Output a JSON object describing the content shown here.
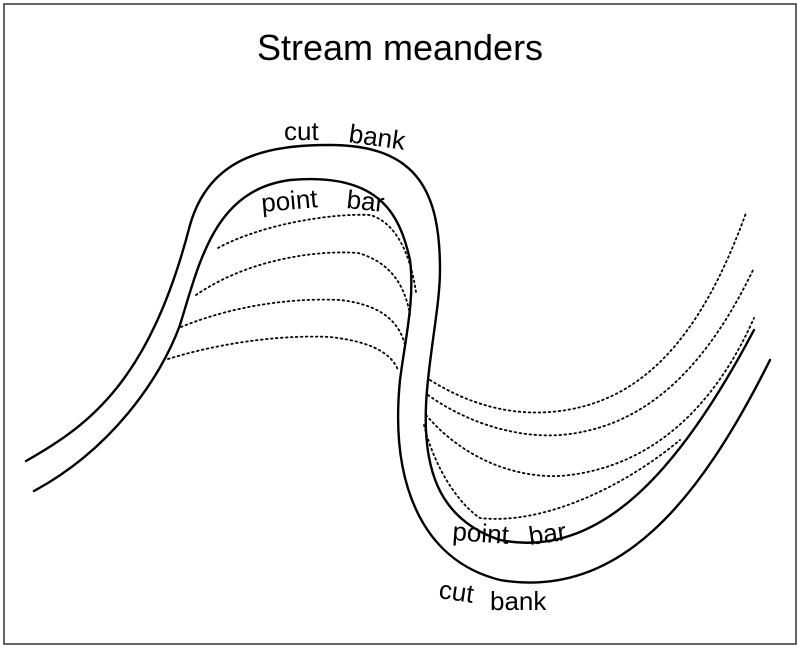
{
  "title": "Stream meanders",
  "labels": {
    "upper_cut_1": "cut",
    "upper_cut_2": "bank",
    "upper_point_1": "point",
    "upper_point_2": "bar",
    "lower_point_1": "point",
    "lower_point_2": "bar",
    "lower_cut_1": "cut",
    "lower_cut_2": "bank"
  },
  "colors": {
    "line": "#000000",
    "background": "#ffffff"
  }
}
